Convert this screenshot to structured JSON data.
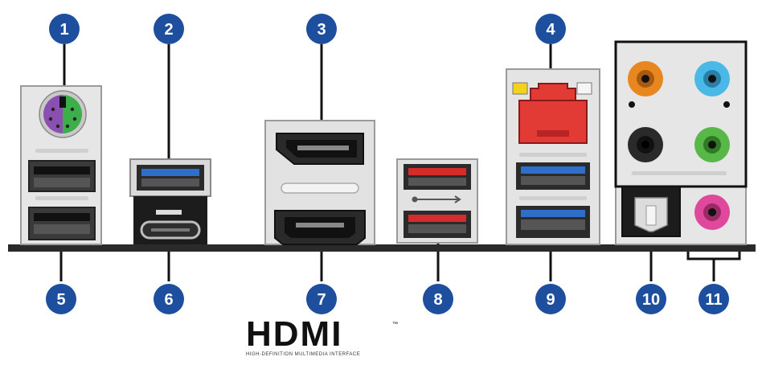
{
  "callouts": [
    {
      "id": "c1",
      "label": "1"
    },
    {
      "id": "c2",
      "label": "2"
    },
    {
      "id": "c3",
      "label": "3"
    },
    {
      "id": "c4",
      "label": "4"
    },
    {
      "id": "c5",
      "label": "5"
    },
    {
      "id": "c6",
      "label": "6"
    },
    {
      "id": "c7",
      "label": "7"
    },
    {
      "id": "c8",
      "label": "8"
    },
    {
      "id": "c9",
      "label": "9"
    },
    {
      "id": "c10",
      "label": "10"
    },
    {
      "id": "c11",
      "label": "11"
    }
  ],
  "logo": {
    "word": "HDMI",
    "tm": "™",
    "tagline": "HIGH-DEFINITION MULTIMEDIA INTERFACE"
  },
  "colors": {
    "callout_fill": "#1d4f9e",
    "ps2_purple": "#8a4fb0",
    "ps2_green": "#3cae4a",
    "usb_blue": "#2f6fc9",
    "usb_red": "#d42b2b",
    "lan_red": "#e23a35",
    "led_yellow": "#f3d21c",
    "audio_orange": "#e8861f",
    "audio_blue": "#4bb9e8",
    "audio_green": "#58b847",
    "audio_pink": "#e0489b",
    "audio_black": "#2a2a2a"
  }
}
